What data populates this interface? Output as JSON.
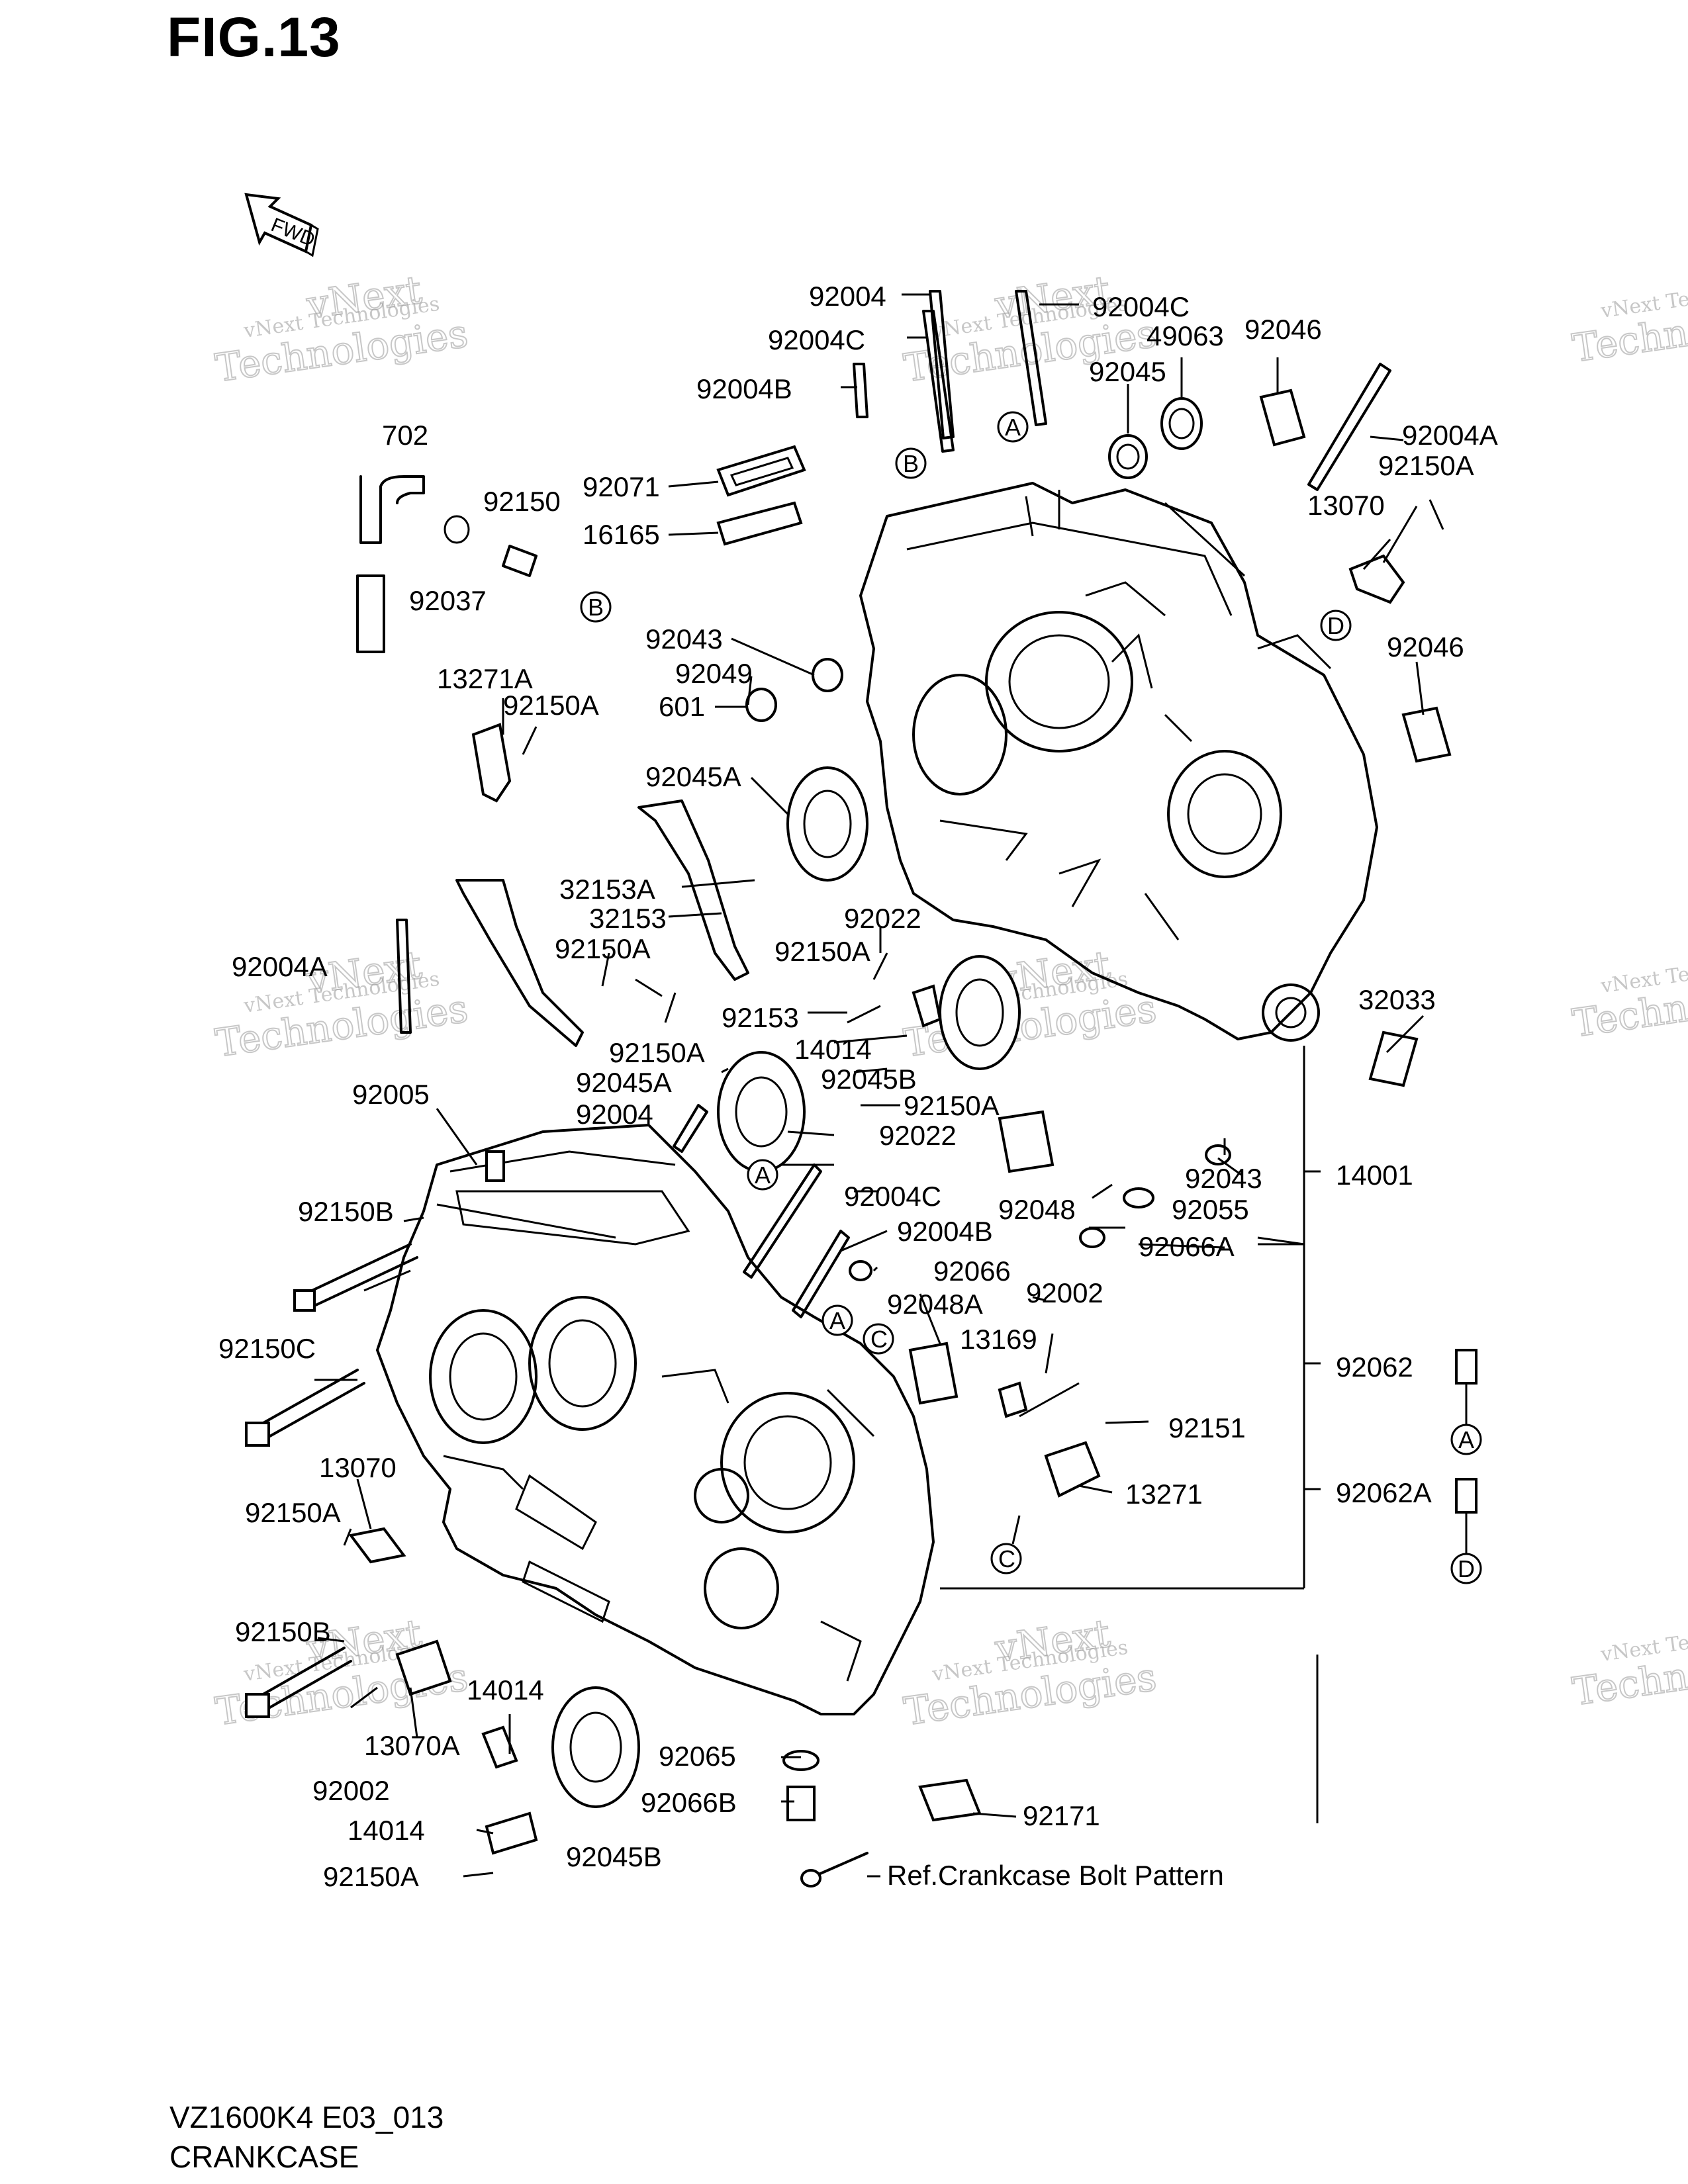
{
  "header": {
    "fig_title": "FIG.13"
  },
  "footer": {
    "model_code": "VZ1600K4 E03_013",
    "section_name": "CRANKCASE"
  },
  "fwd_label": "FWD",
  "watermark": {
    "line1": "vNext Technologies",
    "line2": "vNext",
    "line3": "Technologies"
  },
  "callouts": {
    "p92004": "92004",
    "p92004C_top": "92004C",
    "p92004C_mid": "92004C",
    "p49063": "49063",
    "p92046_top": "92046",
    "p92004B_top": "92004B",
    "p92045": "92045",
    "p92004A_right": "92004A",
    "p92150A_r1": "92150A",
    "p702": "702",
    "p92071": "92071",
    "p13070_right": "13070",
    "p92150": "92150",
    "p16165": "16165",
    "p92037": "92037",
    "p92043_top": "92043",
    "p92046_mid": "92046",
    "p92049": "92049",
    "p13271A": "13271A",
    "p601": "601",
    "p92150A_l1": "92150A",
    "p92045A_top": "92045A",
    "p32153A": "32153A",
    "p32153": "32153",
    "p92022_top": "92022",
    "p92150A_l2": "92150A",
    "p92150A_c1": "92150A",
    "p92004A_left": "92004A",
    "p32033": "32033",
    "p92153": "92153",
    "p92150A_l3": "92150A",
    "p14014_mid": "14014",
    "p92045A_mid": "92045A",
    "p92045B_mid": "92045B",
    "p92005": "92005",
    "p92150A_c2": "92150A",
    "p92004_mid": "92004",
    "p92022_mid": "92022",
    "p92043_mid": "92043",
    "p14001": "14001",
    "p92004C_low": "92004C",
    "p92055": "92055",
    "p92048": "92048",
    "p92150B_top": "92150B",
    "p92004B_low": "92004B",
    "p92066A": "92066A",
    "p92066": "92066",
    "p92048A": "92048A",
    "p92002_top": "92002",
    "p92150C": "92150C",
    "p13169": "13169",
    "p92062": "92062",
    "p92151": "92151",
    "p13070_left": "13070",
    "p13271": "13271",
    "p92062A": "92062A",
    "p92150A_l4": "92150A",
    "p92150B_low": "92150B",
    "p14014_low": "14014",
    "p13070A": "13070A",
    "p92065": "92065",
    "p92002_low": "92002",
    "p92066B": "92066B",
    "p92171": "92171",
    "p14014_bot": "14014",
    "p92045B_bot": "92045B",
    "p92150A_bot": "92150A",
    "ref_text": "Ref.Crankcase Bolt Pattern"
  },
  "markers": {
    "A": "A",
    "B": "B",
    "C": "C",
    "D": "D"
  }
}
